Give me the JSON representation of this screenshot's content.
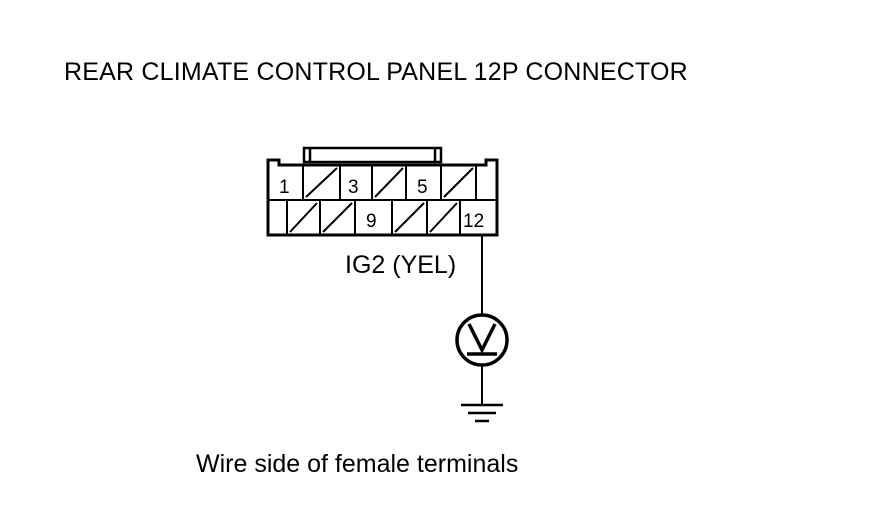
{
  "diagram": {
    "title": "REAR CLIMATE CONTROL PANEL 12P CONNECTOR",
    "caption": "Wire side of female terminals",
    "connector": {
      "pins_top": [
        "1",
        "",
        "3",
        "",
        "5",
        "",
        ""
      ],
      "pins_bottom": [
        "",
        "",
        "",
        "9",
        "",
        "",
        "12"
      ],
      "probe_label": "IG2 (YEL)"
    },
    "meter_symbol": "voltmeter-icon",
    "ground_symbol": "ground-icon"
  }
}
